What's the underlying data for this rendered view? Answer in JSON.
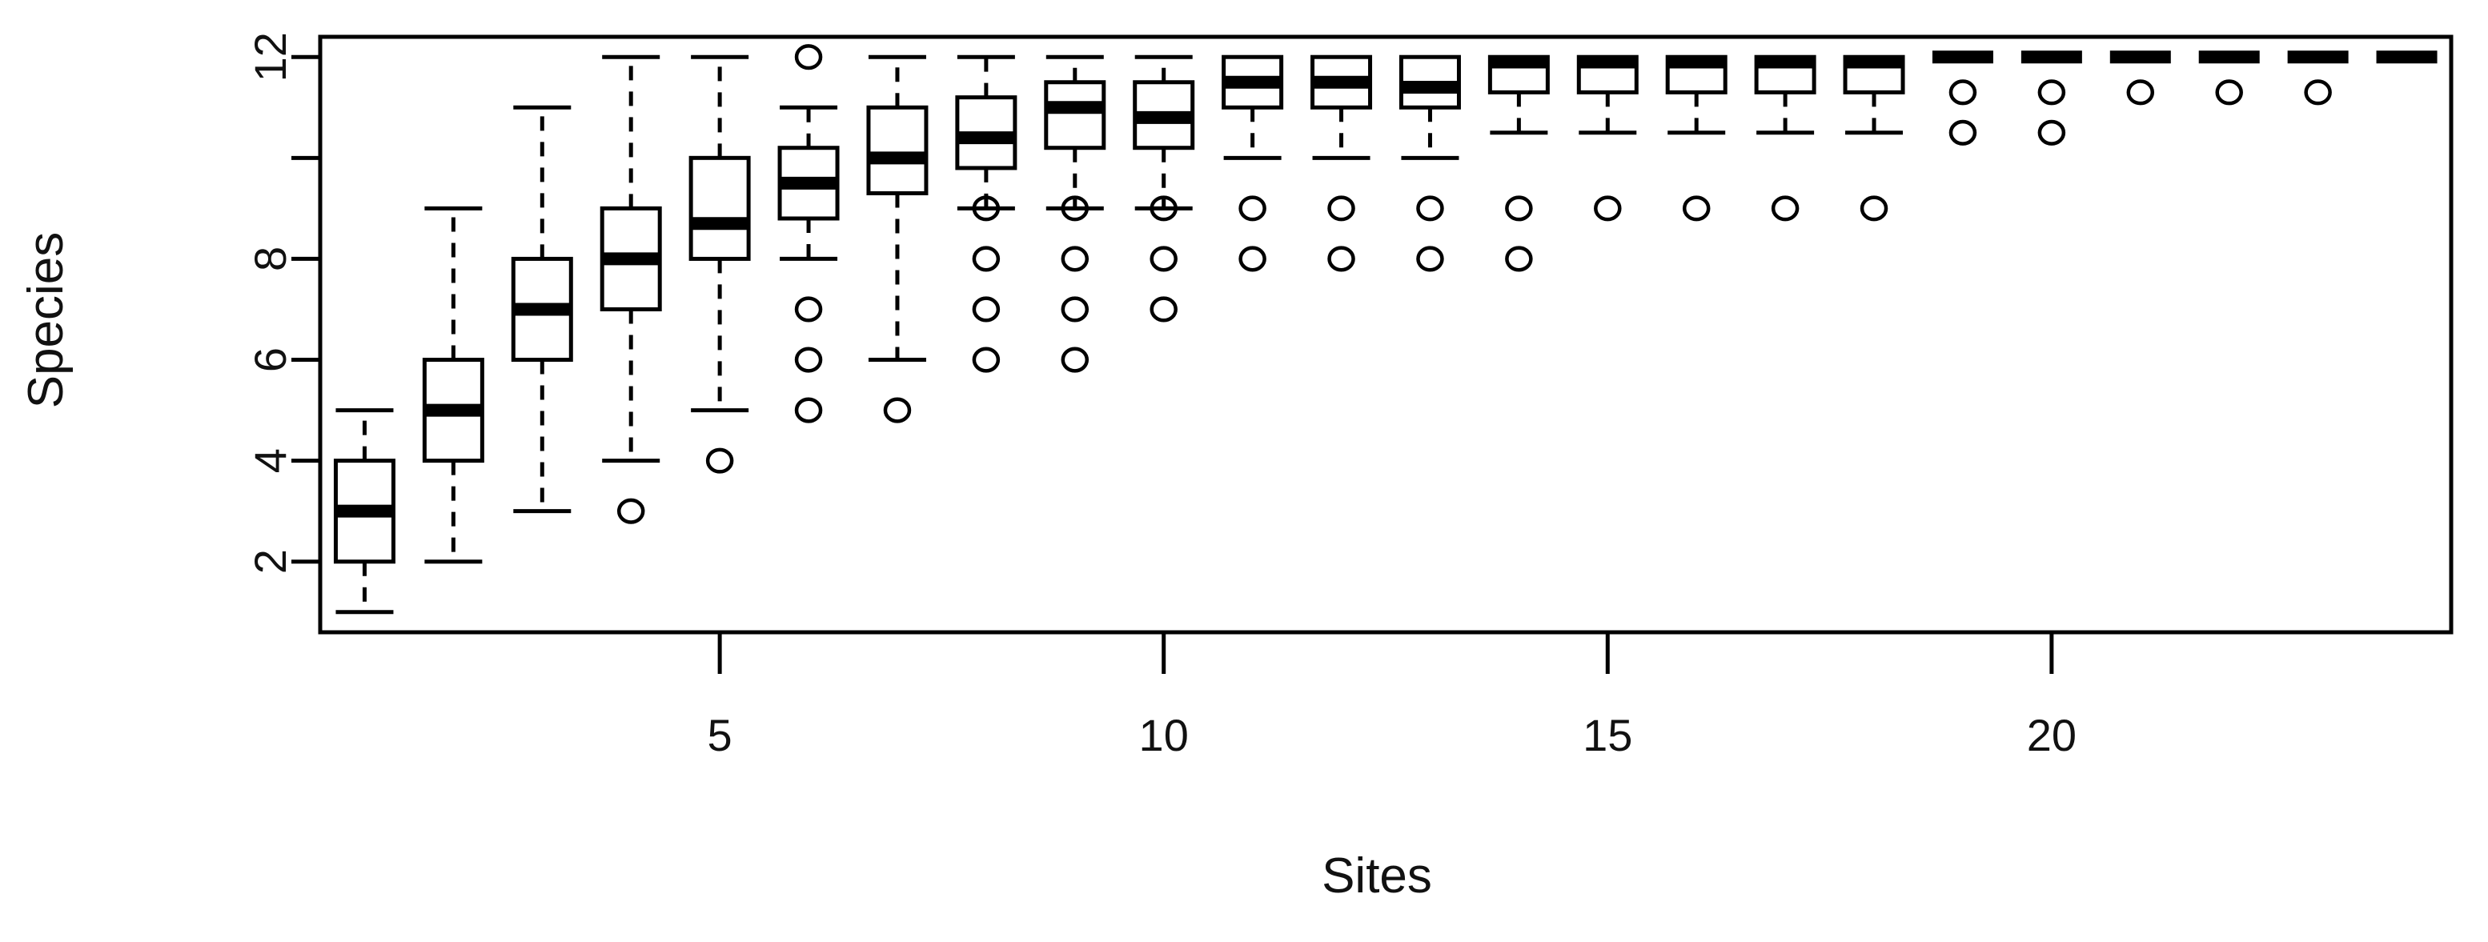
{
  "chart_data": {
    "type": "boxplot",
    "title": "",
    "subtitle": "",
    "xlabel": "Sites",
    "ylabel": "Species",
    "grid": false,
    "legend": null,
    "xlim": [
      0.5,
      24.5
    ],
    "ylim": [
      0.6,
      12.4
    ],
    "x_ticks": [
      5,
      10,
      15,
      20
    ],
    "x_tick_labels": [
      "5",
      "10",
      "15",
      "20"
    ],
    "y_ticks": [
      2,
      4,
      6,
      8,
      10,
      12
    ],
    "y_tick_labels": [
      "2",
      "4",
      "6",
      "8",
      "",
      "12"
    ],
    "y_tick_labels_drawn": [
      "12",
      "8",
      "6",
      "4",
      "2"
    ],
    "categories": [
      1,
      2,
      3,
      4,
      5,
      6,
      7,
      8,
      9,
      10,
      11,
      12,
      13,
      14,
      15,
      16,
      17,
      18,
      19,
      20,
      21,
      22,
      23,
      24
    ],
    "boxes": [
      {
        "x": 1,
        "min": 1,
        "q1": 2,
        "median": 3,
        "q3": 4,
        "max": 5,
        "outliers": []
      },
      {
        "x": 2,
        "min": 2,
        "q1": 4,
        "median": 5,
        "q3": 6,
        "max": 9,
        "outliers": []
      },
      {
        "x": 3,
        "min": 3,
        "q1": 6,
        "median": 7,
        "q3": 8,
        "max": 11,
        "outliers": []
      },
      {
        "x": 4,
        "min": 4,
        "q1": 7,
        "median": 8,
        "q3": 9,
        "max": 12,
        "outliers": [
          3
        ]
      },
      {
        "x": 5,
        "min": 5,
        "q1": 8,
        "median": 8.7,
        "q3": 10,
        "max": 12,
        "outliers": [
          4
        ]
      },
      {
        "x": 6,
        "min": 8,
        "q1": 8.8,
        "median": 9.5,
        "q3": 10.2,
        "max": 11,
        "outliers": [
          12,
          7,
          6,
          5
        ]
      },
      {
        "x": 7,
        "min": 6,
        "q1": 9.3,
        "median": 10,
        "q3": 11,
        "max": 12,
        "outliers": [
          5
        ]
      },
      {
        "x": 8,
        "min": 9,
        "q1": 9.8,
        "median": 10.4,
        "q3": 11.2,
        "max": 12,
        "outliers": [
          9,
          8,
          7,
          6
        ]
      },
      {
        "x": 9,
        "min": 9,
        "q1": 10.2,
        "median": 11,
        "q3": 11.5,
        "max": 12,
        "outliers": [
          9,
          8,
          7,
          6
        ]
      },
      {
        "x": 10,
        "min": 9,
        "q1": 10.2,
        "median": 10.8,
        "q3": 11.5,
        "max": 12,
        "outliers": [
          9,
          8,
          7
        ]
      },
      {
        "x": 11,
        "min": 10,
        "q1": 11,
        "median": 11.5,
        "q3": 12,
        "max": 12,
        "outliers": [
          9,
          8
        ]
      },
      {
        "x": 12,
        "min": 10,
        "q1": 11,
        "median": 11.5,
        "q3": 12,
        "max": 12,
        "outliers": [
          9,
          8
        ]
      },
      {
        "x": 13,
        "min": 10,
        "q1": 11,
        "median": 11.4,
        "q3": 12,
        "max": 12,
        "outliers": [
          9,
          8
        ]
      },
      {
        "x": 14,
        "min": 10.5,
        "q1": 11.3,
        "median": 11.9,
        "q3": 12,
        "max": 12,
        "outliers": [
          9,
          8
        ]
      },
      {
        "x": 15,
        "min": 10.5,
        "q1": 11.3,
        "median": 11.9,
        "q3": 12,
        "max": 12,
        "outliers": [
          9
        ]
      },
      {
        "x": 16,
        "min": 10.5,
        "q1": 11.3,
        "median": 11.9,
        "q3": 12,
        "max": 12,
        "outliers": [
          9
        ]
      },
      {
        "x": 17,
        "min": 10.5,
        "q1": 11.3,
        "median": 11.9,
        "q3": 12,
        "max": 12,
        "outliers": [
          9
        ]
      },
      {
        "x": 18,
        "min": 10.5,
        "q1": 11.3,
        "median": 11.9,
        "q3": 12,
        "max": 12,
        "outliers": [
          9
        ]
      },
      {
        "x": 19,
        "min": 12,
        "q1": 12,
        "median": 12,
        "q3": 12,
        "max": 12,
        "outliers": [
          11.3,
          10.5
        ]
      },
      {
        "x": 20,
        "min": 12,
        "q1": 12,
        "median": 12,
        "q3": 12,
        "max": 12,
        "outliers": [
          11.3,
          10.5
        ]
      },
      {
        "x": 21,
        "min": 12,
        "q1": 12,
        "median": 12,
        "q3": 12,
        "max": 12,
        "outliers": [
          11.3
        ]
      },
      {
        "x": 22,
        "min": 12,
        "q1": 12,
        "median": 12,
        "q3": 12,
        "max": 12,
        "outliers": [
          11.3
        ]
      },
      {
        "x": 23,
        "min": 12,
        "q1": 12,
        "median": 12,
        "q3": 12,
        "max": 12,
        "outliers": [
          11.3
        ]
      },
      {
        "x": 24,
        "min": 12,
        "q1": 12,
        "median": 12,
        "q3": 12,
        "max": 12,
        "outliers": []
      }
    ],
    "colors": {
      "background": "#ffffff",
      "foreground": "#000000",
      "box_fill": "#ffffff",
      "box_stroke": "#000000",
      "median": "#000000",
      "outlier": "#000000"
    }
  },
  "axes": {
    "y_label": "Species",
    "x_label": "Sites",
    "y_tick_text": [
      "12",
      "8",
      "6",
      "4",
      "2"
    ],
    "x_tick_text": [
      "5",
      "10",
      "15",
      "20"
    ]
  }
}
